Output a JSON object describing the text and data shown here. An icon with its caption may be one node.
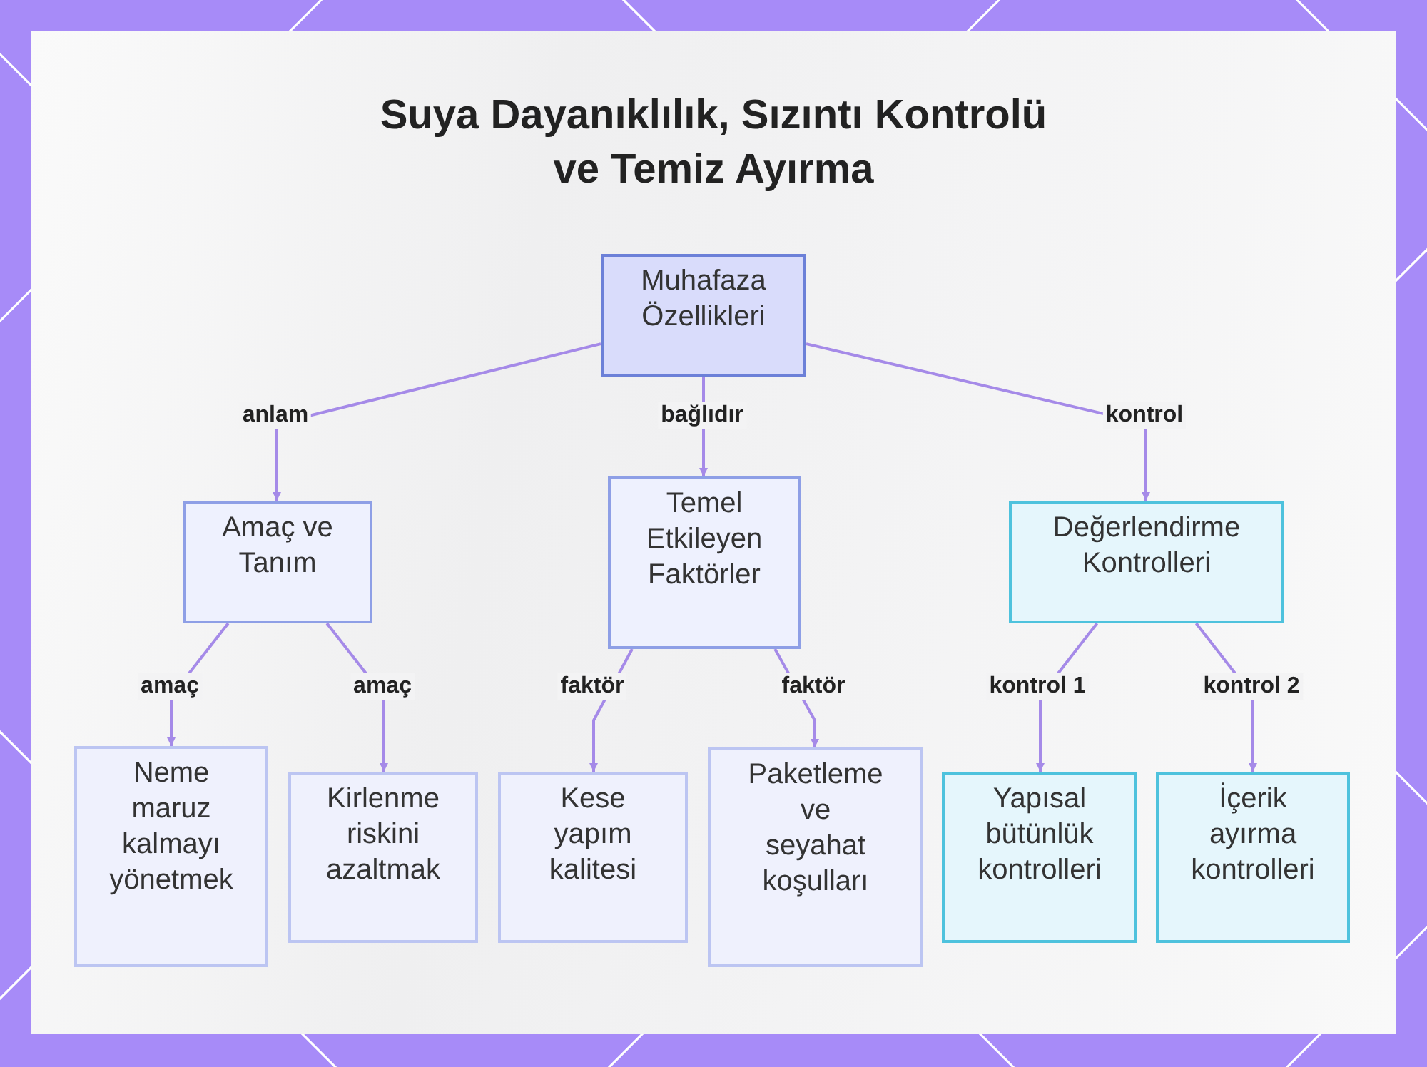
{
  "diagram": {
    "title": "Suya Dayanıklılık, Sızıntı Kontrolü ve Temiz Ayırma",
    "nodes": [
      {
        "text": [
          "Muhafaza Özellikleri"
        ]
      },
      {
        "text": [
          "Amaç ve Tanım"
        ]
      },
      {
        "text": [
          "Temel Etkileyen Faktörler"
        ]
      },
      {
        "text": [
          "Değerlendirme Kontrolleri"
        ]
      },
      {
        "text": [
          "Neme maruz kalmayı yönetmek"
        ]
      },
      {
        "text": [
          "Kirlenme riskini azaltmak"
        ]
      },
      {
        "text": [
          "Kese yapım kalitesi"
        ]
      },
      {
        "text": [
          "Paketleme ve seyahat koşulları"
        ]
      },
      {
        "text": [
          "Yapısal bütünlük kontrolleri"
        ]
      },
      {
        "text": [
          "İçerik ayırma kontrolleri"
        ]
      }
    ],
    "edges": [
      {
        "from": 0,
        "to": 1,
        "arrow": "to",
        "label": "anlam"
      },
      {
        "from": 0,
        "to": 2,
        "arrow": "to",
        "label": "bağlıdır"
      },
      {
        "from": 0,
        "to": 3,
        "arrow": "to",
        "label": "kontrol"
      },
      {
        "from": 1,
        "to": 4,
        "arrow": "to",
        "label": "amaç"
      },
      {
        "from": 1,
        "to": 5,
        "arrow": "to",
        "label": "amaç"
      },
      {
        "from": 2,
        "to": 6,
        "arrow": "to",
        "label": "faktör"
      },
      {
        "from": 2,
        "to": 7,
        "arrow": "to",
        "label": "faktör"
      },
      {
        "from": 3,
        "to": 8,
        "arrow": "to",
        "label": "kontrol 1"
      },
      {
        "from": 3,
        "to": 9,
        "arrow": "to",
        "label": "kontrol 2"
      }
    ]
  }
}
